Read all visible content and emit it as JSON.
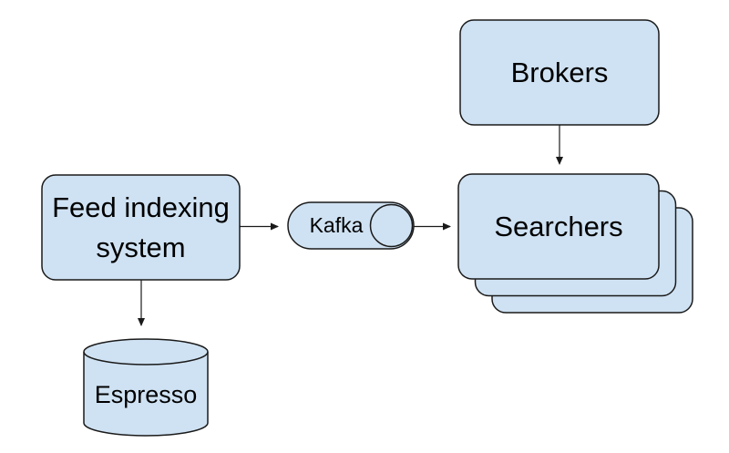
{
  "diagram": {
    "background_color": "#ffffff",
    "node_fill_color": "#cfe2f3",
    "node_stroke_color": "#1a1a1a",
    "text_color": "#000000",
    "nodes": {
      "feed_indexing": {
        "label_line1": "Feed indexing",
        "label_line2": "system",
        "shape": "rounded-rectangle"
      },
      "kafka": {
        "label": "Kafka",
        "shape": "horizontal-cylinder"
      },
      "brokers": {
        "label": "Brokers",
        "shape": "rounded-rectangle"
      },
      "searchers": {
        "label": "Searchers",
        "shape": "rounded-rectangle-stack-of-3"
      },
      "espresso": {
        "label": "Espresso",
        "shape": "database-cylinder"
      }
    },
    "edges": [
      {
        "from": "Feed indexing system",
        "to": "Kafka",
        "direction": "right"
      },
      {
        "from": "Kafka",
        "to": "Searchers",
        "direction": "right"
      },
      {
        "from": "Brokers",
        "to": "Searchers",
        "direction": "down"
      },
      {
        "from": "Feed indexing system",
        "to": "Espresso",
        "direction": "down"
      }
    ]
  }
}
